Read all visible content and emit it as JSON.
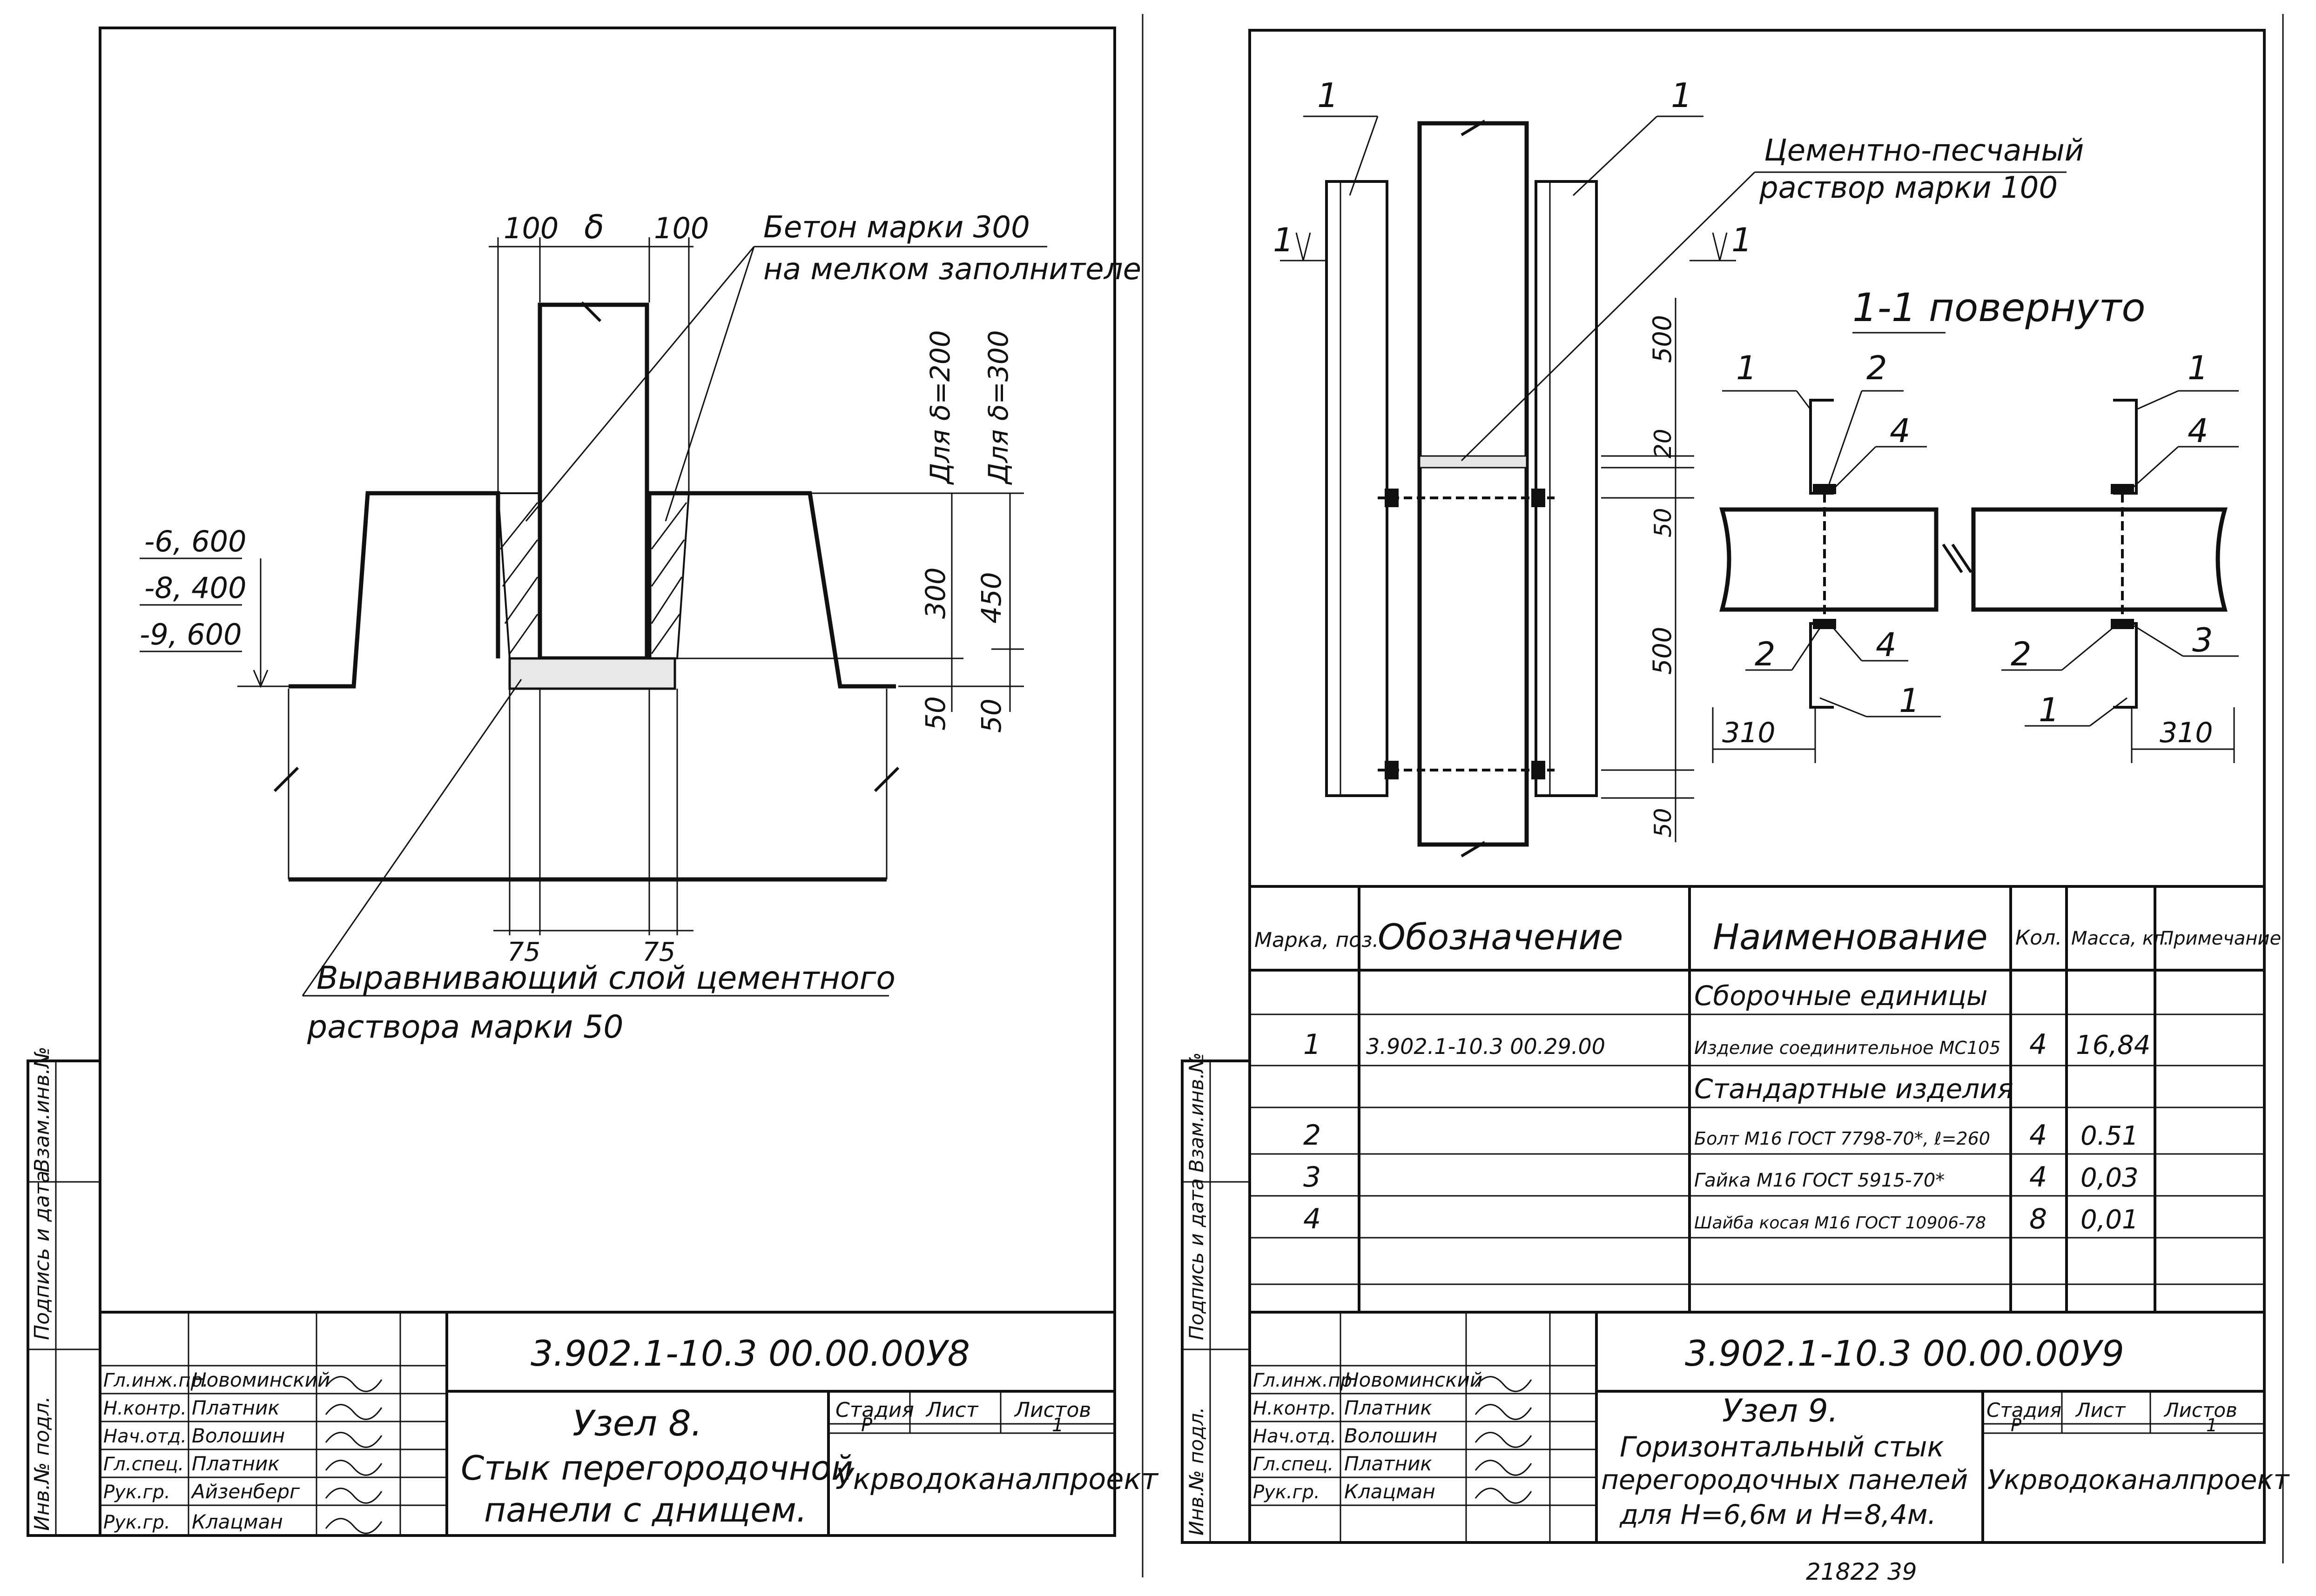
{
  "left_sheet": {
    "dims_top": {
      "d1": "100",
      "delta": "δ",
      "d2": "100"
    },
    "callout_concrete": {
      "line1": "Бетон марки 300",
      "line2": "на мелком заполнителе"
    },
    "callout_leveling": {
      "line1": "Выравнивающий слой цементного",
      "line2": "раствора марки 50"
    },
    "levels": [
      "-6, 600",
      "-8, 400",
      "-9, 600"
    ],
    "vert_label_a": "Для δ=200",
    "vert_label_b": "Для δ=300",
    "dims_right_a": [
      "300",
      "50"
    ],
    "dims_right_b": [
      "450",
      "50"
    ],
    "dims_bottom": [
      "75",
      "75"
    ],
    "side_labels": [
      "Инв.№ подл.",
      "Подпись и дата",
      "Взам.инв.№"
    ],
    "title_block": {
      "doc_code": "3.902.1-10.3   00.00.00У8",
      "roles": [
        "Гл.инж.пр.",
        "Н.контр.",
        "Нач.отд.",
        "Гл.спец.",
        "Рук.гр.",
        "Рук.гр."
      ],
      "names": [
        "Новоминский",
        "Платник",
        "Волошин",
        "Платник",
        "Айзенберг",
        "Клацман"
      ],
      "title_line1": "Узел 8.",
      "title_line2": "Стык перегородочной",
      "title_line3": "панели с днищем.",
      "stage_header": "Стадия",
      "sheet_header": "Лист",
      "sheets_header": "Листов",
      "stage_value": "Р",
      "sheets_value": "1",
      "org": "Укрводоканалпроект"
    }
  },
  "right_sheet": {
    "pos_labels_top": [
      "1",
      "1"
    ],
    "section_mark": "1",
    "callout_mortar": {
      "line1": "Цементно-песчаный",
      "line2": "раствор марки 100"
    },
    "section_title": "1-1  повернуто",
    "dims_vertical": [
      "500",
      "20",
      "50",
      "500",
      "50"
    ],
    "section_labels": [
      "1",
      "2",
      "4",
      "1",
      "4",
      "2",
      "4",
      "1",
      "2",
      "3",
      "1"
    ],
    "dims_310": [
      "310",
      "310"
    ],
    "spec_table": {
      "headers": [
        "Марка, поз.",
        "Обозначение",
        "Наименование",
        "Кол.",
        "Масса, кг.",
        "Примечание"
      ],
      "rows": [
        {
          "pos": "",
          "code": "",
          "name": "Сборочные единицы",
          "qty": "",
          "mass": ""
        },
        {
          "pos": "1",
          "code": "3.902.1-10.3  00.29.00",
          "name": "Изделие соединительное МС105",
          "qty": "4",
          "mass": "16,84"
        },
        {
          "pos": "",
          "code": "",
          "name": "Стандартные изделия",
          "qty": "",
          "mass": ""
        },
        {
          "pos": "2",
          "code": "",
          "name": "Болт М16 ГОСТ 7798-70*, ℓ=260",
          "qty": "4",
          "mass": "0.51"
        },
        {
          "pos": "3",
          "code": "",
          "name": "Гайка М16 ГОСТ 5915-70*",
          "qty": "4",
          "mass": "0,03"
        },
        {
          "pos": "4",
          "code": "",
          "name": "Шайба косая М16 ГОСТ 10906-78",
          "qty": "8",
          "mass": "0,01"
        }
      ]
    },
    "side_labels": [
      "Инв.№ подл.",
      "Подпись и дата",
      "Взам.инв.№"
    ],
    "title_block": {
      "doc_code": "3.902.1-10.3   00.00.00У9",
      "roles": [
        "Гл.инж.пр.",
        "Н.контр.",
        "Нач.отд.",
        "Гл.спец.",
        "Рук.гр."
      ],
      "names": [
        "Новоминский",
        "Платник",
        "Волошин",
        "Платник",
        "Клацман"
      ],
      "title_line1": "Узел 9.",
      "title_line2": "Горизонтальный стык",
      "title_line3": "перегородочных панелей",
      "title_line4": "для Н=6,6м и Н=8,4м.",
      "stage_header": "Стадия",
      "sheet_header": "Лист",
      "sheets_header": "Листов",
      "stage_value": "Р",
      "sheets_value": "1",
      "org": "Укрводоканалпроект"
    },
    "footer_note": "21822   39"
  }
}
